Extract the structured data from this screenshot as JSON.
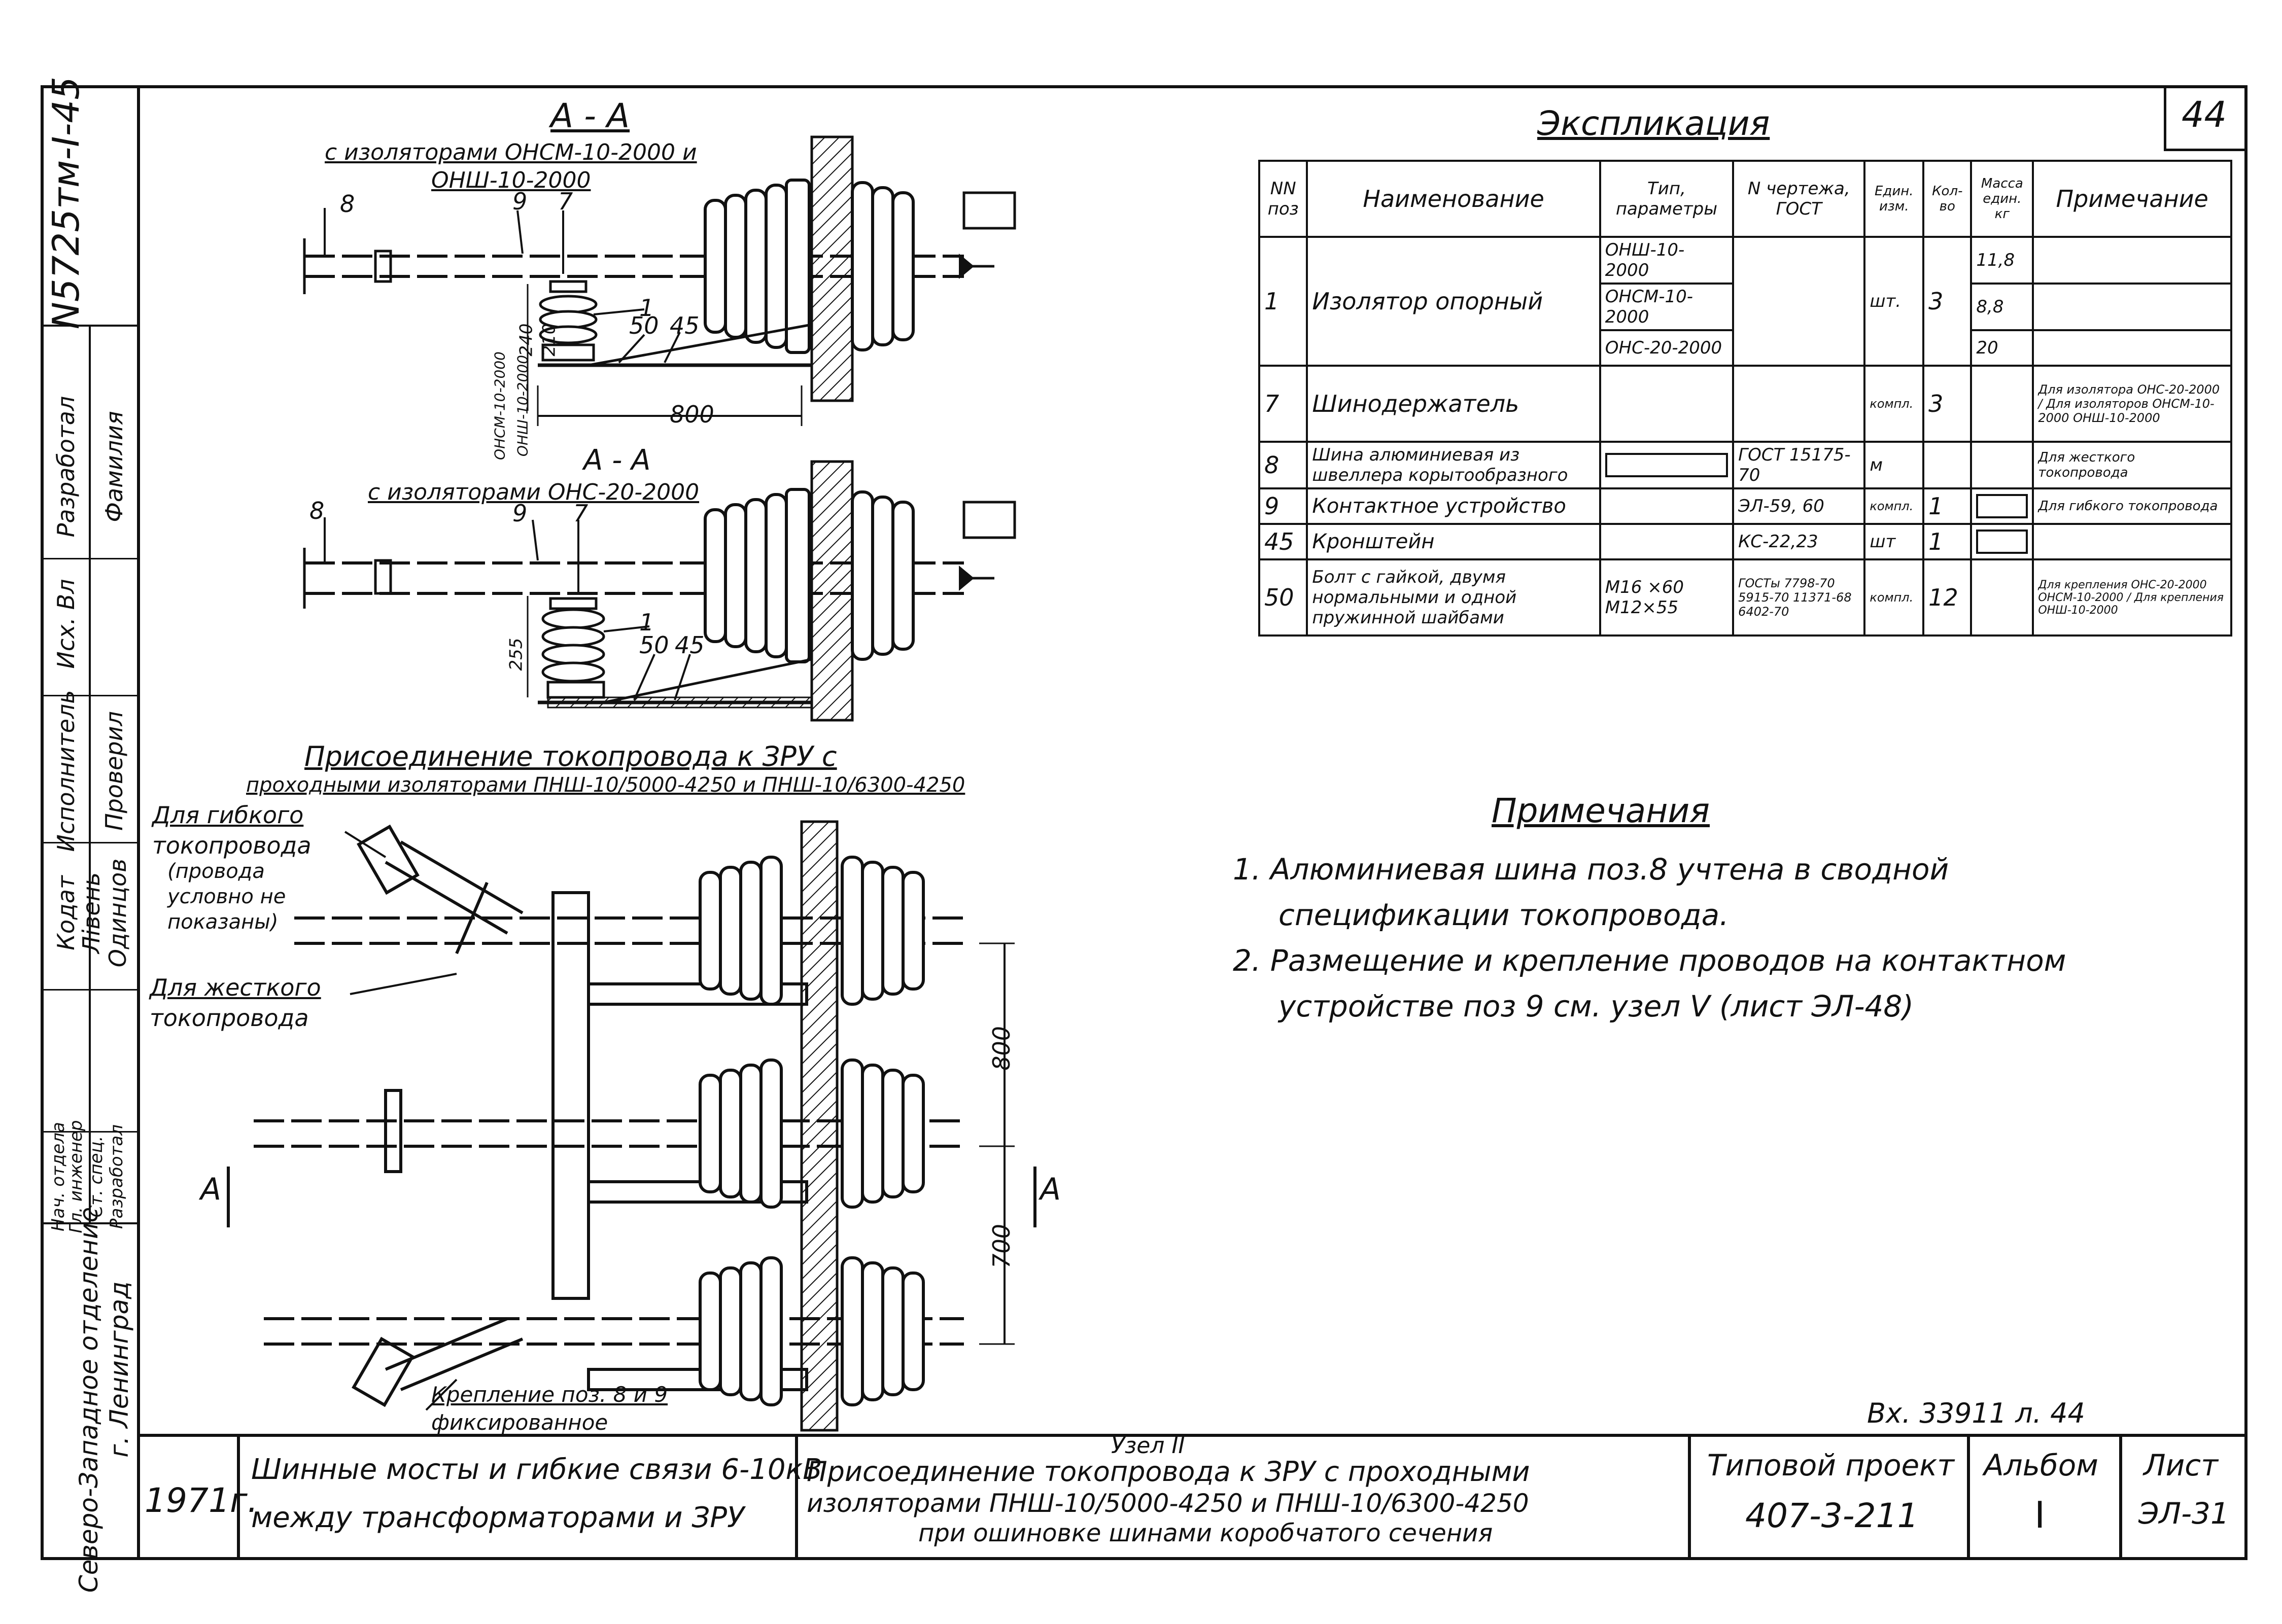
{
  "sheet_corner": "44",
  "side_strip": {
    "doc_number": "N5725тм-I-45",
    "roles": [
      "Исполнитель",
      "Проверил",
      "Разработал",
      "Фамилия"
    ],
    "names": [
      "Исх. Вл",
      "Кодат",
      "Лівень",
      "Одинцов"
    ],
    "org_line1": "Северо-Западное отделение",
    "org_line2": "г. Ленинград",
    "small_notes": [
      "Нач. отдела",
      "Гл. инженер",
      "Ст. спец.",
      "Разработал"
    ]
  },
  "section_aa_1": {
    "title": "А - А",
    "subtitle": "с изоляторами ОНСМ-10-2000 и",
    "subtitle2": "ОНШ-10-2000",
    "labels": [
      "8",
      "9",
      "7",
      "1",
      "50",
      "45"
    ],
    "dims": [
      "240",
      "210",
      "ОНСМ-10-2000",
      "ОНШ-10-2000",
      "800"
    ]
  },
  "section_aa_2": {
    "title": "А - А",
    "subtitle": "с изоляторами ОНС-20-2000",
    "labels": [
      "8",
      "9",
      "7",
      "1",
      "50",
      "45"
    ],
    "dims": [
      "255"
    ]
  },
  "plan": {
    "title": "Присоединение токопровода к ЗРУ с",
    "subtitle": "проходными изоляторами ПНШ-10/5000-4250 и ПНШ-10/6300-4250",
    "flex_note": [
      "Для гибкого",
      "токопровода",
      "(провода",
      "условно не",
      "показаны)"
    ],
    "rigid_note": [
      "Для жесткого",
      "токопровода"
    ],
    "fix_note": [
      "Крепление поз. 8 и 9",
      "фиксированное"
    ],
    "dims": [
      "800",
      "700"
    ],
    "section_marks": [
      "А",
      "А"
    ]
  },
  "explication": {
    "title": "Экспликация",
    "headers": [
      "NN поз",
      "Наименование",
      "Тип, параметры",
      "N чертежа, ГОСТ",
      "Един. изм.",
      "Кол-во",
      "Масса един. кг",
      "Примечание"
    ],
    "rows": [
      {
        "pos": "1",
        "name": "Изолятор опорный",
        "types": [
          "ОНШ-10-2000",
          "ОНСМ-10-2000",
          "ОНС-20-2000"
        ],
        "draw": "",
        "unit": "шт.",
        "qty": "3",
        "mass": [
          "11,8",
          "8,8",
          "20"
        ],
        "note": ""
      },
      {
        "pos": "7",
        "name": "Шинодержатель",
        "types": [],
        "draw": "",
        "unit": "компл.",
        "qty": "3",
        "mass": [],
        "note": "Для изолятора ОНС-20-2000 / Для изоляторов ОНСМ-10-2000 ОНШ-10-2000"
      },
      {
        "pos": "8",
        "name": "Шина алюминиевая из швеллера корытообразного",
        "types": [],
        "draw": "ГОСТ 15175-70",
        "unit": "м",
        "qty": "",
        "mass": [],
        "note": "Для жесткого токопровода"
      },
      {
        "pos": "9",
        "name": "Контактное устройство",
        "types": [],
        "draw": "ЭЛ-59, 60",
        "unit": "компл.",
        "qty": "1",
        "mass": [],
        "note": "Для гибкого токопровода"
      },
      {
        "pos": "45",
        "name": "Кронштейн",
        "types": [],
        "draw": "КС-22,23",
        "unit": "шт",
        "qty": "1",
        "mass": [],
        "note": ""
      },
      {
        "pos": "50",
        "name": "Болт с гайкой, двумя нормальными и одной пружинной шайбами",
        "types": [
          "М16 ×60",
          "М12×55"
        ],
        "draw": "ГОСТы 7798-70 5915-70 11371-68 6402-70",
        "unit": "компл.",
        "qty": "12",
        "mass": [],
        "note": "Для крепления ОНС-20-2000 ОНСМ-10-2000 / Для крепления ОНШ-10-2000"
      }
    ]
  },
  "notes": {
    "title": "Примечания",
    "items": [
      "1. Алюминиевая шина поз.8 учтена в сводной",
      "спецификации токопровода.",
      "2. Размещение и крепление проводов на контактном",
      "устройстве поз 9 см. узел V (лист ЭЛ-48)"
    ]
  },
  "stamp_signature": "Вх. 33911 л. 44",
  "title_block": {
    "year": "1971г.",
    "work_title1": "Шинные мосты и гибкие связи 6-10кВ",
    "work_title2": "между трансформаторами и ЗРУ",
    "node": "Узел II",
    "sheet_title1": "Присоединение токопровода к ЗРУ с проходными",
    "sheet_title2": "изоляторами ПНШ-10/5000-4250 и ПНШ-10/6300-4250",
    "sheet_title3": "при ошиновке шинами коробчатого сечения",
    "project_label": "Типовой проект",
    "project_number": "407-3-211",
    "album_label": "Альбом",
    "album_value": "I",
    "sheet_label": "Лист",
    "sheet_value": "ЭЛ-31"
  }
}
